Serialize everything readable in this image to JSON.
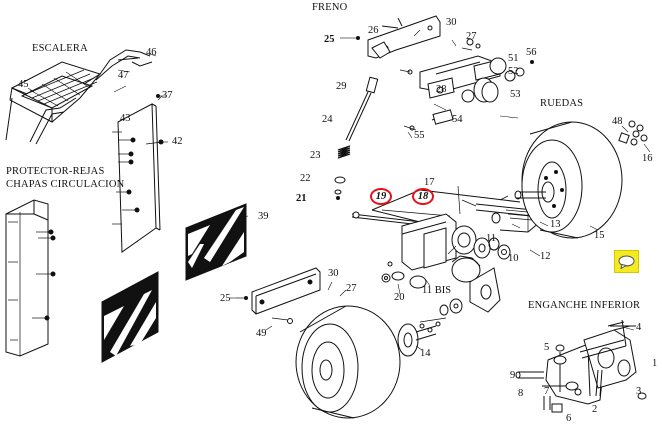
{
  "sections": {
    "freno": "FRENO",
    "escalera": "ESCALERA",
    "ruedas": "RUEDAS",
    "protector_line1": "PROTECTOR-REJAS",
    "protector_line2": "CHAPAS CIRCULACION",
    "enganche": "ENGANCHE INFERIOR"
  },
  "parts": {
    "p1": "1",
    "p2": "2",
    "p3": "3",
    "p4": "4",
    "p5": "5",
    "p6": "6",
    "p7": "7",
    "p8": "8",
    "p9": "9",
    "p10": "10",
    "p11": "11",
    "p11bis": "11 BIS",
    "p12": "12",
    "p13": "13",
    "p14": "14",
    "p15": "15",
    "p16": "16",
    "p17": "17",
    "p18": "18",
    "p19": "19",
    "p20": "20",
    "p21": "21",
    "p22": "22",
    "p23": "23",
    "p24": "24",
    "p25a": "25",
    "p25b": "25",
    "p26": "26",
    "p27a": "27",
    "p27b": "27",
    "p28": "28",
    "p29": "29",
    "p30a": "30",
    "p30b": "30",
    "p37": "37",
    "p39": "39",
    "p42": "42",
    "p43": "43",
    "p45": "45",
    "p46": "46",
    "p47": "47",
    "p48": "48",
    "p49": "49",
    "p51": "51",
    "p52": "52",
    "p53": "53",
    "p54": "54",
    "p55": "55",
    "p56": "56"
  },
  "highlighted_parts": [
    "19",
    "18"
  ],
  "colors": {
    "highlight_ring": "#e8101a",
    "note_icon": "#f3ea21",
    "line": "#111111"
  },
  "icons": {
    "note": "speech-bubble-icon"
  }
}
